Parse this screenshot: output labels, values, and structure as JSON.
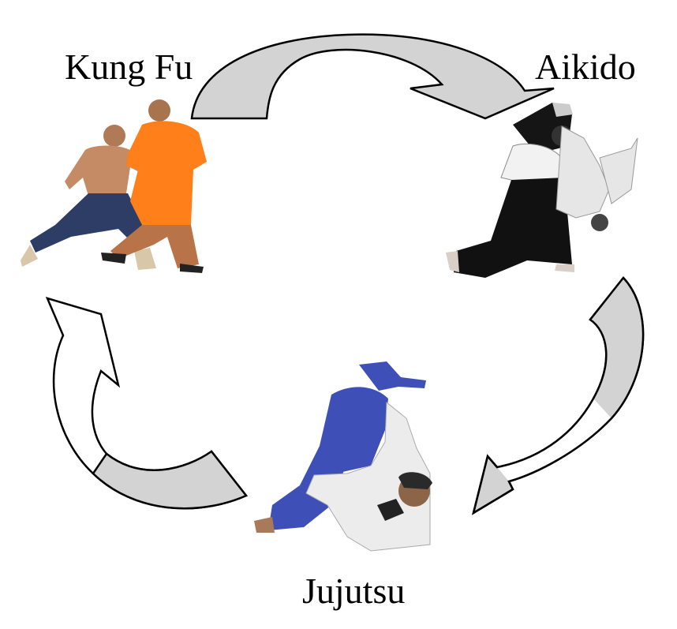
{
  "diagram": {
    "type": "cycle",
    "nodes": [
      {
        "id": "kungfu",
        "label": "Kung Fu",
        "image": "two-men-sparring-photo"
      },
      {
        "id": "aikido",
        "label": "Aikido",
        "image": "aikido-throw-photo"
      },
      {
        "id": "jujutsu",
        "label": "Jujutsu",
        "image": "jujutsu-ground-grappling-photo"
      }
    ],
    "edges": [
      {
        "from": "kungfu",
        "to": "aikido"
      },
      {
        "from": "aikido",
        "to": "jujutsu"
      },
      {
        "from": "jujutsu",
        "to": "kungfu"
      }
    ],
    "colors": {
      "arrow_fill": "#d3d3d3",
      "arrow_stroke": "#000000",
      "kungfu_robe": "#ff7f1a",
      "jujutsu_gi": "#3f4fb8",
      "aikido_hakama": "#111111"
    }
  }
}
